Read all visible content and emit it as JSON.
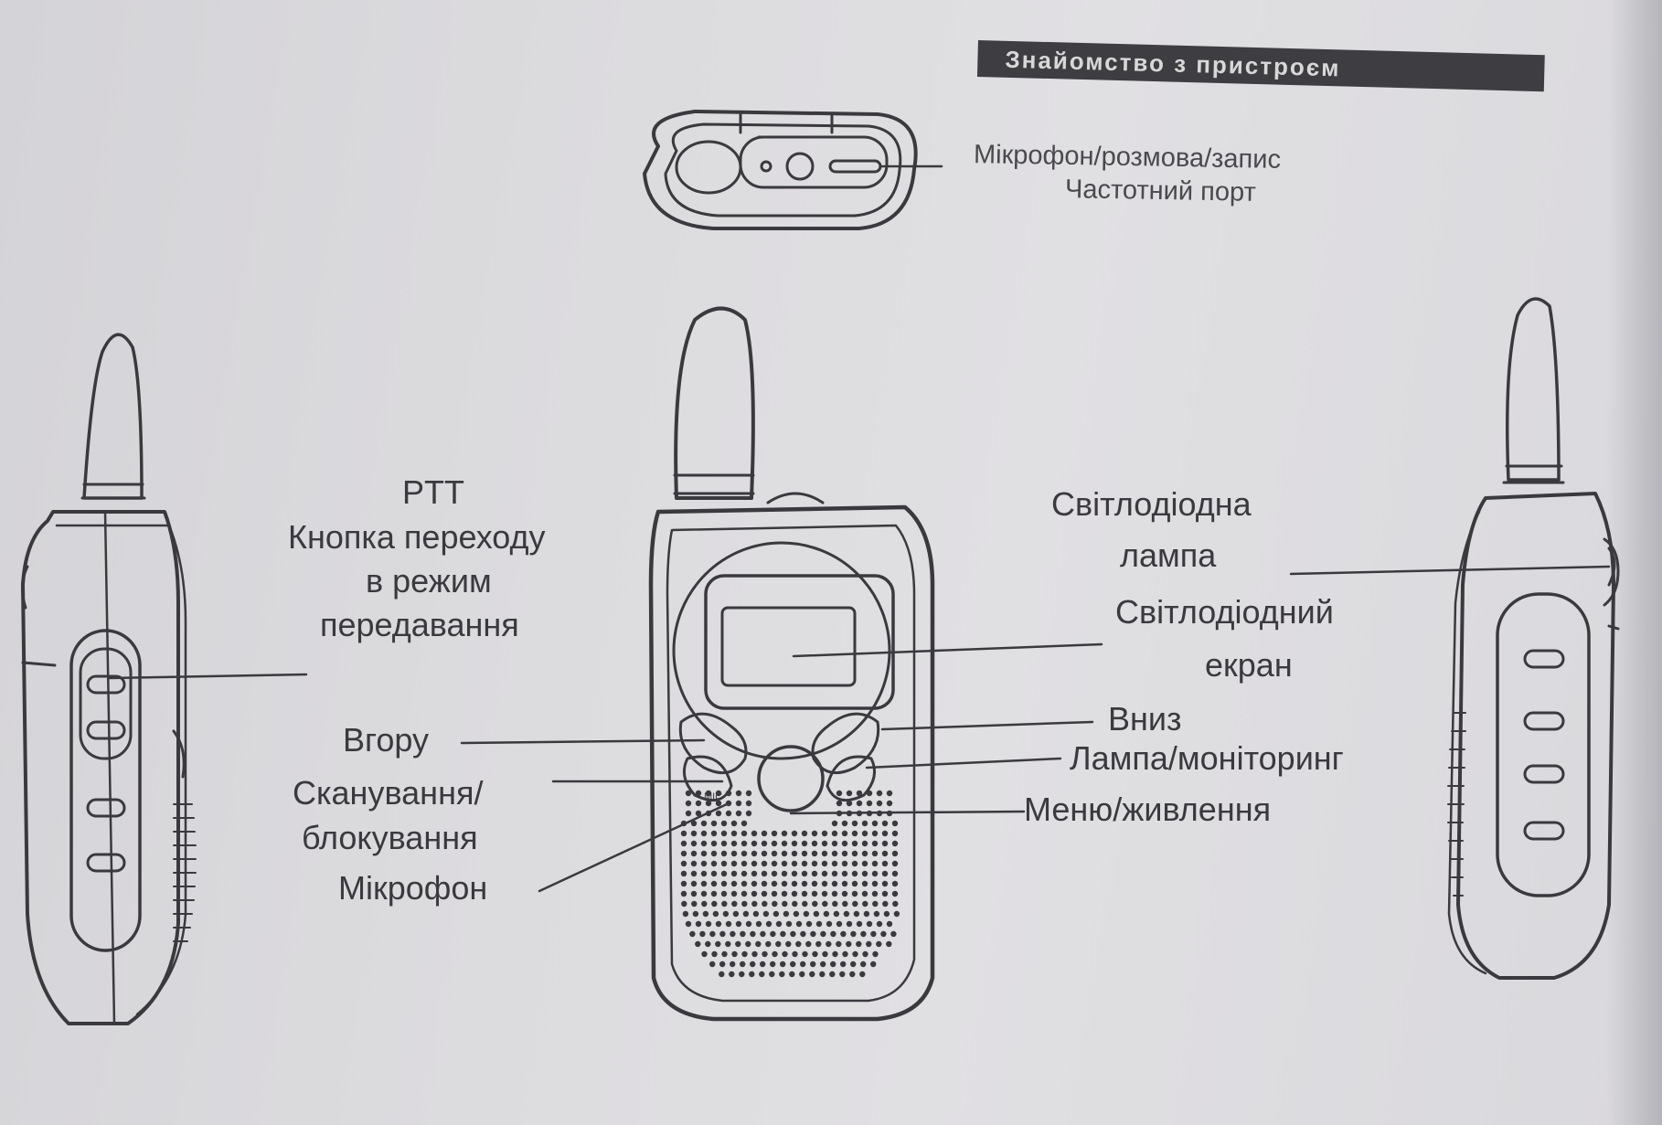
{
  "header": {
    "title": "Знайомство з пристроєм"
  },
  "labels": {
    "top_port_line1": "Мікрофон/розмова/запис",
    "top_port_line2": "Частотний порт",
    "ptt_line1": "PTT",
    "ptt_line2": "Кнопка переходу",
    "ptt_line3": "в режим",
    "ptt_line4": "передавання",
    "up": "Вгору",
    "scan_line1": "Сканування/",
    "scan_line2": "блокування",
    "mic": "Мікрофон",
    "led_lamp_line1": "Світлодіодна",
    "led_lamp_line2": "лампа",
    "led_screen_line1": "Світлодіодний",
    "led_screen_line2": "екран",
    "down": "Вниз",
    "lamp_monitor": "Лампа/моніторинг",
    "menu_power": "Меню/живлення",
    "mic_tiny": "MIC"
  },
  "colors": {
    "ink": "#3a393d",
    "paper": "#dcdbde",
    "header_bg": "#3e3d42"
  }
}
